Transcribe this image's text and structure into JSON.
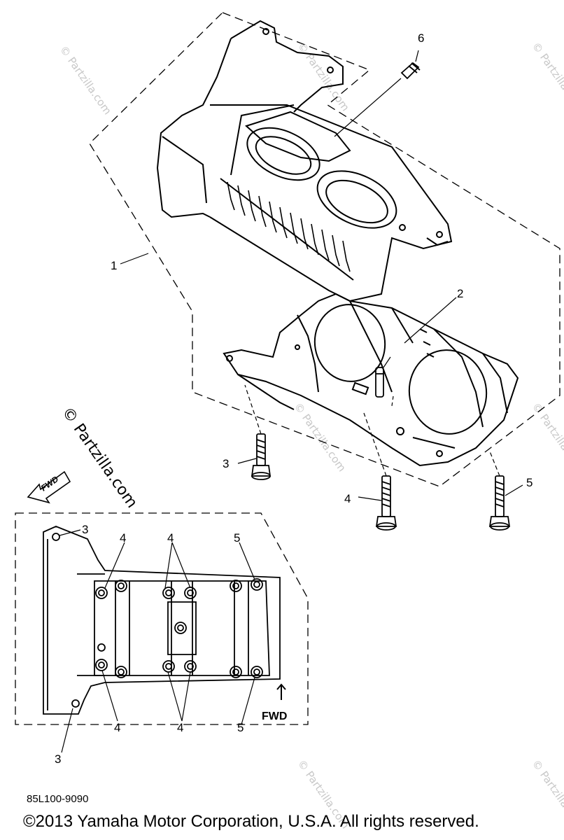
{
  "callouts": {
    "c1": "1",
    "c2": "2",
    "c3a": "3",
    "c4a": "4",
    "c5a": "5",
    "c6": "6",
    "c3b": "3",
    "c3c": "3",
    "c4b": "4",
    "c4c": "4",
    "c4d": "4",
    "c4e": "4",
    "c5b": "5",
    "c5c": "5"
  },
  "arrows": {
    "fwd_top": "FWD",
    "fwd_bottom": "FWD"
  },
  "watermarks": {
    "main": "© Partzilla.com",
    "small": "© Partzilla.com"
  },
  "footer": {
    "code": "85L100-9090",
    "copyright": "©2013 Yamaha Motor Corporation, U.S.A. All rights reserved."
  },
  "colors": {
    "line": "#000000",
    "watermark": "#c8c8c8",
    "background": "#ffffff"
  }
}
